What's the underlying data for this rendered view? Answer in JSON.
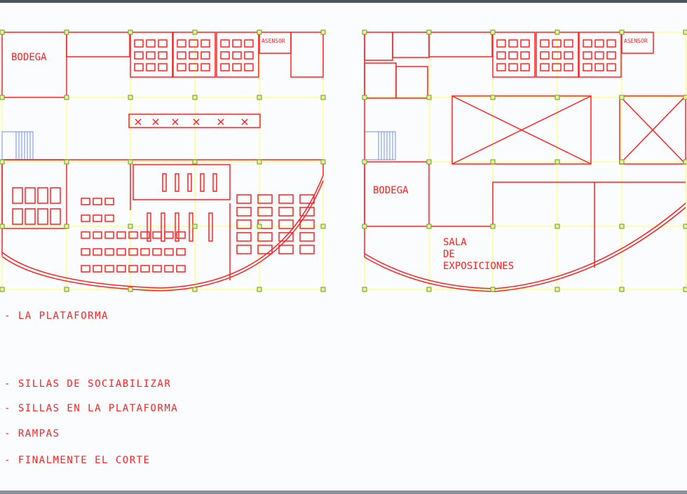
{
  "colors": {
    "wall": "#ff2020",
    "grid": "#ffff60",
    "column": "#6a9a20",
    "stair": "#7090e0",
    "background": "#fbfcfe"
  },
  "plan_left": {
    "rooms": {
      "bodega": "BODEGA",
      "asensor": "ASENSOR"
    }
  },
  "plan_right": {
    "rooms": {
      "bodega": "BODEGA",
      "asensor": "ASENSOR",
      "sala_line1": "SALA",
      "sala_line2": "DE",
      "sala_line3": "EXPOSICIONES"
    }
  },
  "notes": [
    "- LA PLATAFORMA",
    "- SILLAS DE SOCIABILIZAR",
    "- SILLAS EN LA PLATAFORMA",
    "- RAMPAS",
    "- FINALMENTE EL CORTE"
  ]
}
